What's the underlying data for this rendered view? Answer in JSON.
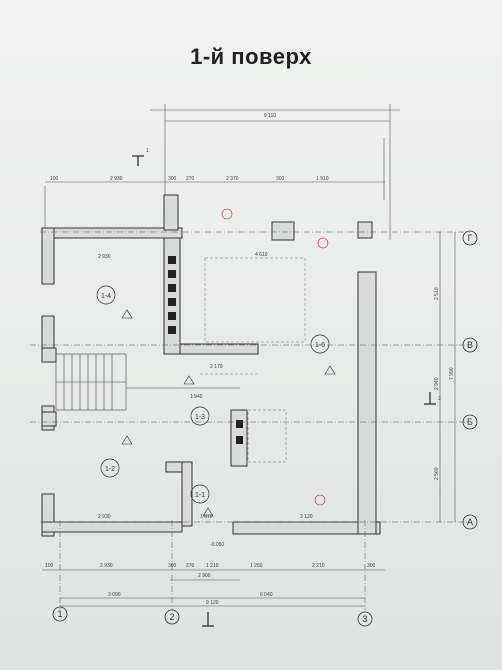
{
  "title": "1-й поверх",
  "rooms": [
    {
      "id": "r14",
      "label": "1-4"
    },
    {
      "id": "r16",
      "label": "1-6"
    },
    {
      "id": "r13",
      "label": "1-3"
    },
    {
      "id": "r12",
      "label": "1-2"
    },
    {
      "id": "r11",
      "label": "1-1"
    }
  ],
  "axes": {
    "rows": [
      "Г",
      "В",
      "Б",
      "А"
    ],
    "cols": [
      "1",
      "2",
      "3"
    ]
  },
  "dimensions": {
    "top_overall": "9 110",
    "top_a": "100",
    "top_b": "2 930",
    "top_c": "300",
    "top_d": "270",
    "top_e": "2 370",
    "top_f": "300",
    "top_g": "1 910",
    "bottom_a": "100",
    "bottom_b": "2 930",
    "bottom_c": "300",
    "bottom_d": "270",
    "bottom_e": "1 210",
    "bottom_f": "1 260",
    "bottom_g": "2 210",
    "bottom_h": "300",
    "bottom_sub": "2 900",
    "bottom_left": "3 090",
    "bottom_right": "6 040",
    "bottom_total": "9 120",
    "right_1": "2 510",
    "right_2": "2 940",
    "right_3": "7 990",
    "right_4": "2 560",
    "room_w1": "2 930",
    "room_w2": "4 610",
    "room_w3": "2 170",
    "room_w4": "1 940",
    "room_w5": "1 870",
    "room_w6": "2 930",
    "room_w7": "3 120",
    "level": "-0.050"
  },
  "symbols": {
    "section": "1",
    "marker": "2"
  }
}
